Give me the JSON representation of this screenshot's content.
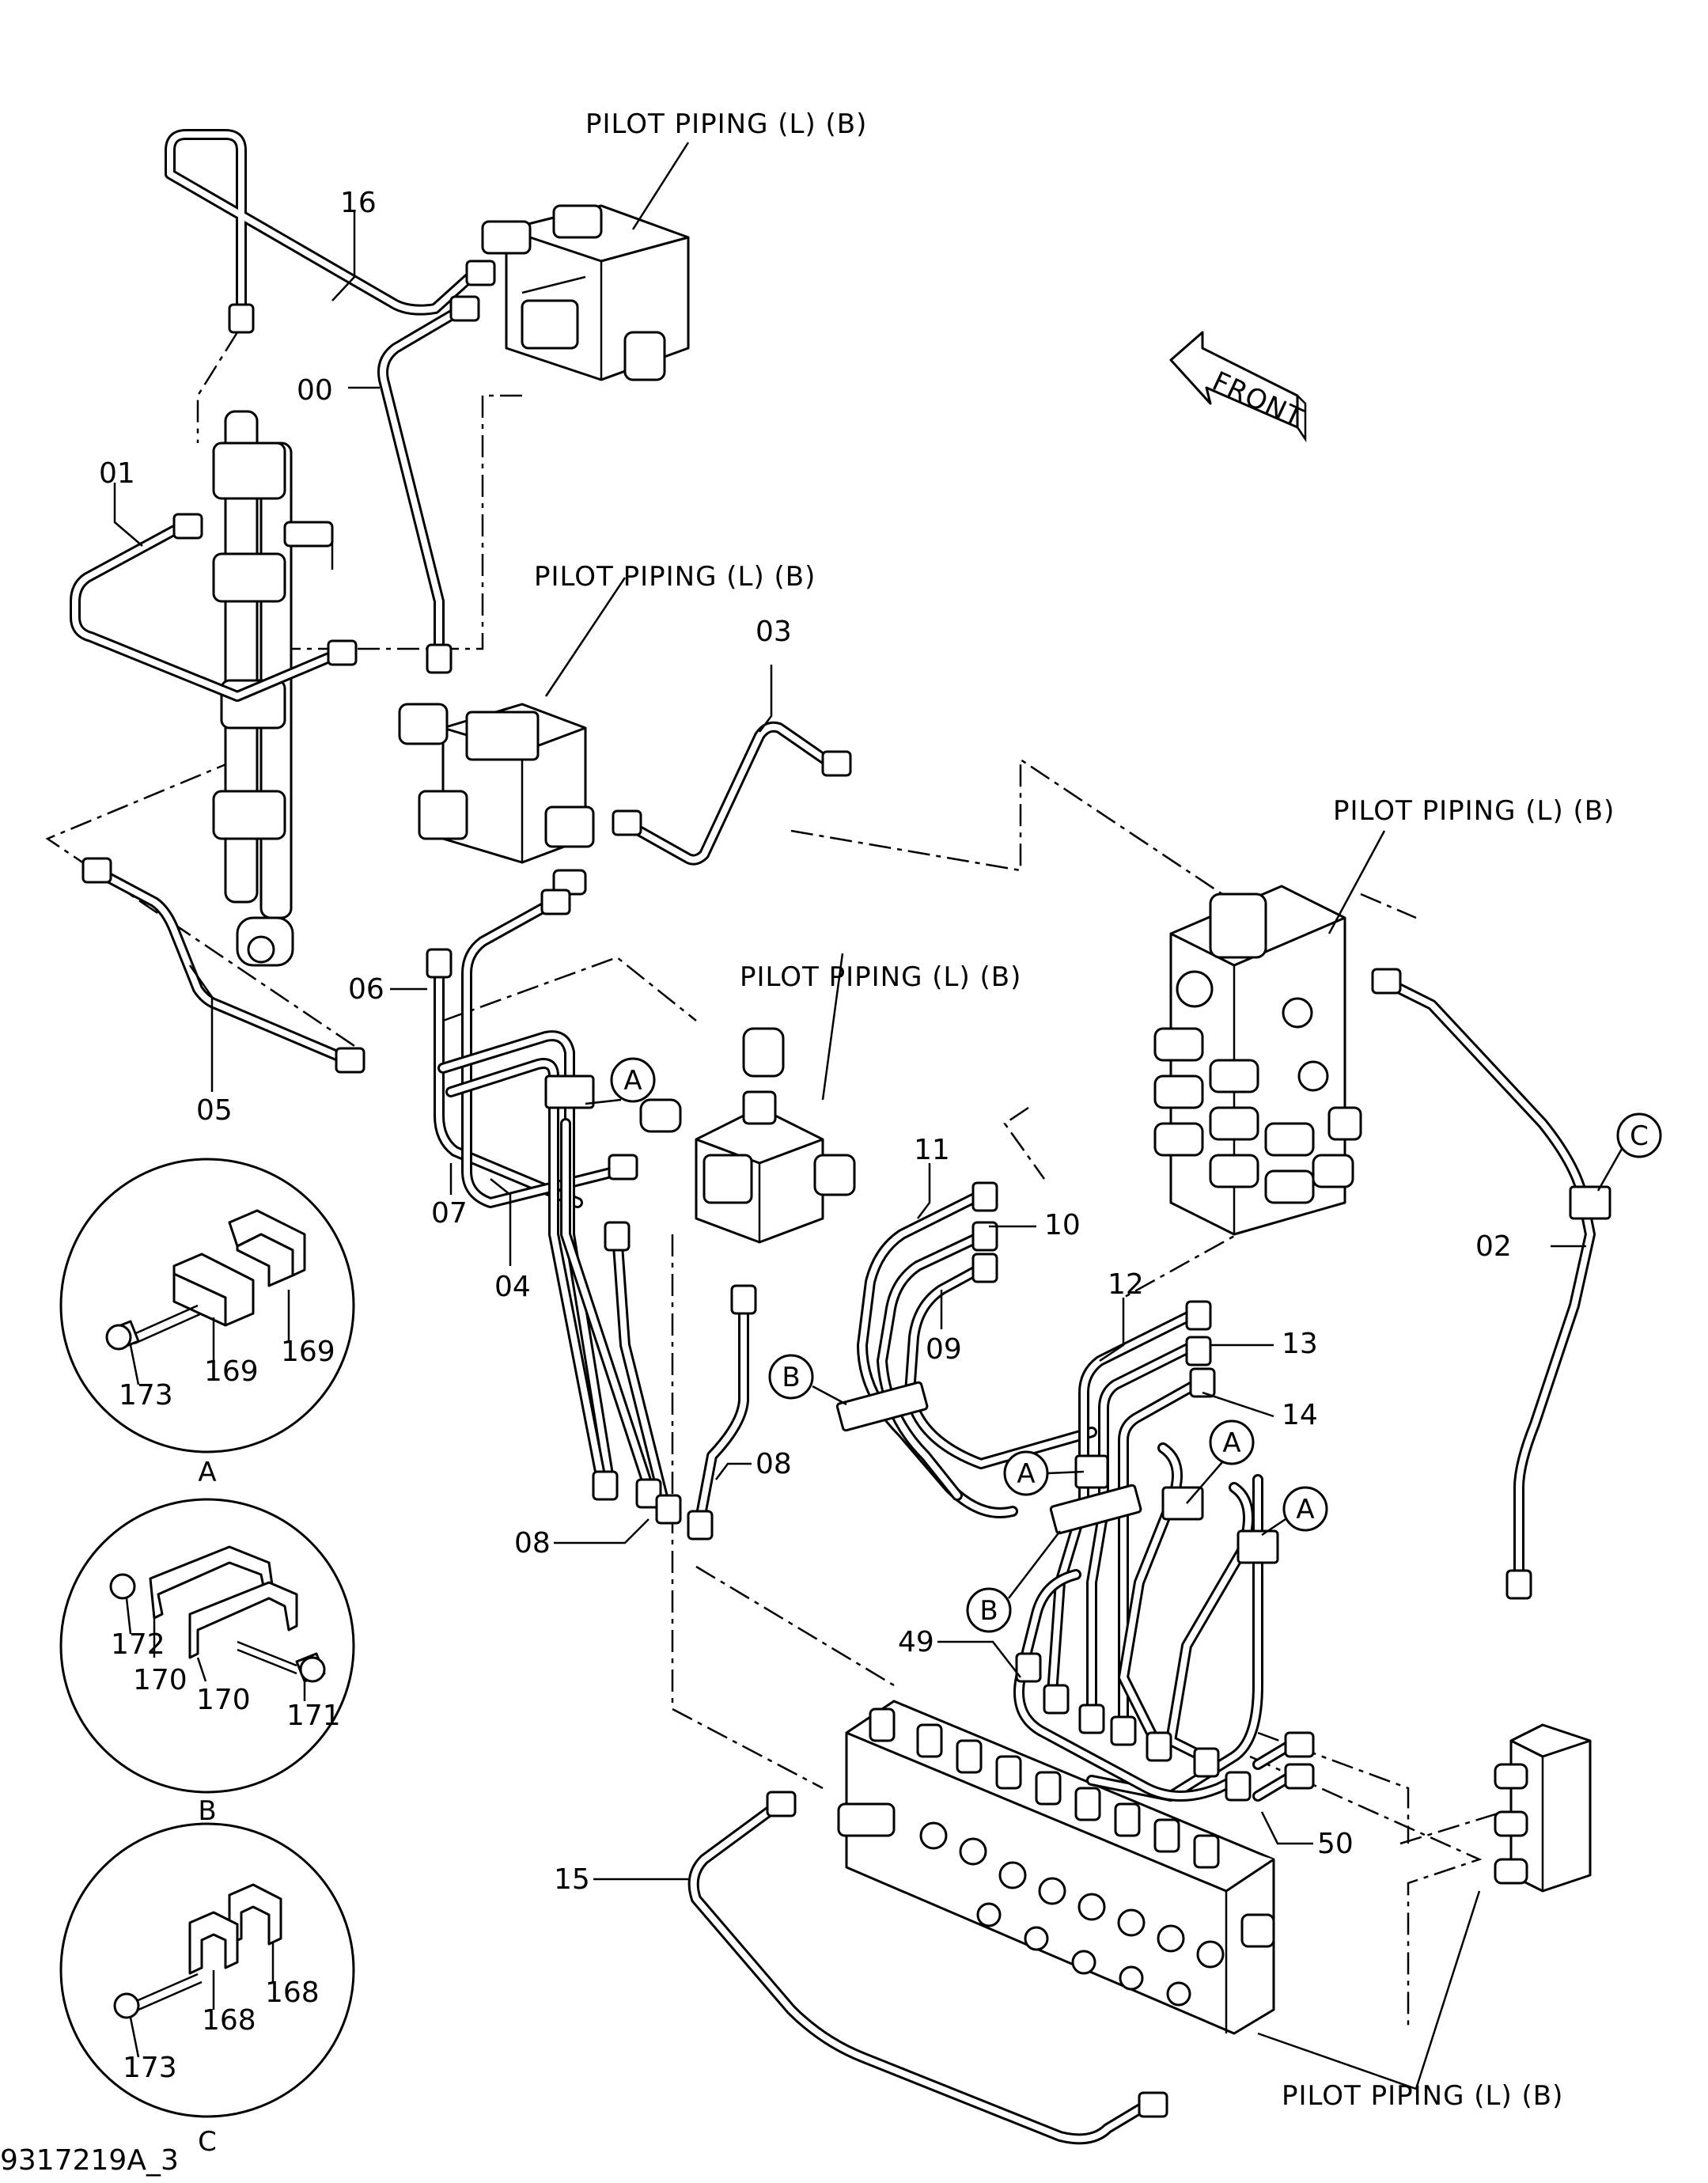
{
  "drawing": {
    "figure_number": "9317219A_3",
    "front_label": "FRONT"
  },
  "callouts": {
    "pilot_piping_top": "PILOT PIPING (L) (B)",
    "pilot_piping_mid": "PILOT PIPING (L) (B)",
    "pilot_piping_right": "PILOT PIPING (L) (B)",
    "pilot_piping_center": "PILOT PIPING (L) (B)",
    "pilot_piping_bottom": "PILOT PIPING (L) (B)"
  },
  "part_numbers": {
    "p16": "16",
    "p00": "00",
    "p01": "01",
    "p03": "03",
    "p05": "05",
    "p06": "06",
    "p07": "07",
    "p04": "04",
    "p11": "11",
    "p10": "10",
    "p09": "09",
    "p12": "12",
    "p13": "13",
    "p14": "14",
    "p08a": "08",
    "p08b": "08",
    "p02": "02",
    "p49": "49",
    "p50": "50",
    "p15": "15"
  },
  "clamp_refs": {
    "a1": "A",
    "a2": "A",
    "a3": "A",
    "a4": "A",
    "b1": "B",
    "b2": "B",
    "c1": "C"
  },
  "details": {
    "A": {
      "label": "A",
      "parts": [
        "169",
        "169",
        "173"
      ]
    },
    "B": {
      "label": "B",
      "parts": [
        "172",
        "170",
        "170",
        "171"
      ]
    },
    "C": {
      "label": "C",
      "parts": [
        "168",
        "168",
        "173"
      ]
    }
  }
}
